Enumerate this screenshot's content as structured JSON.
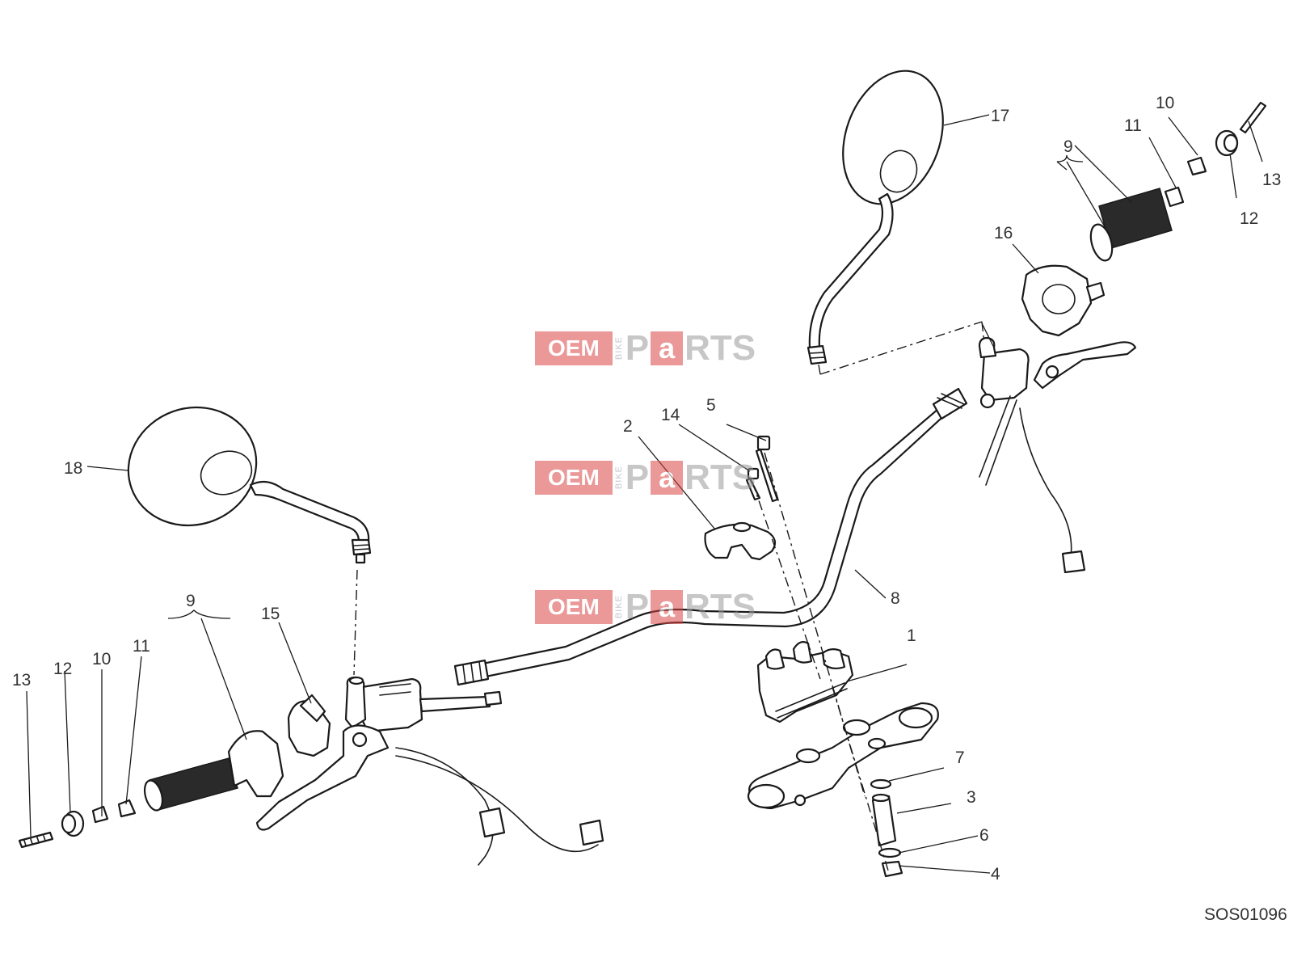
{
  "diagram": {
    "drawing_code": "SOS01096",
    "callouts": {
      "c1": "1",
      "c2": "2",
      "c3": "3",
      "c4": "4",
      "c5": "5",
      "c6": "6",
      "c7": "7",
      "c8": "8",
      "c9_left": "9",
      "c9_right": "9",
      "c10_left": "10",
      "c10_right": "10",
      "c11_left": "11",
      "c11_right": "11",
      "c12_left": "12",
      "c12_right": "12",
      "c13_left": "13",
      "c13_right": "13",
      "c14": "14",
      "c15": "15",
      "c16": "16",
      "c17": "17",
      "c18": "18"
    }
  },
  "watermark": {
    "oem": "OEM",
    "bike": "BIKE",
    "p": "P",
    "a": "a",
    "rts": "RTS",
    "accent": "#d94545"
  }
}
